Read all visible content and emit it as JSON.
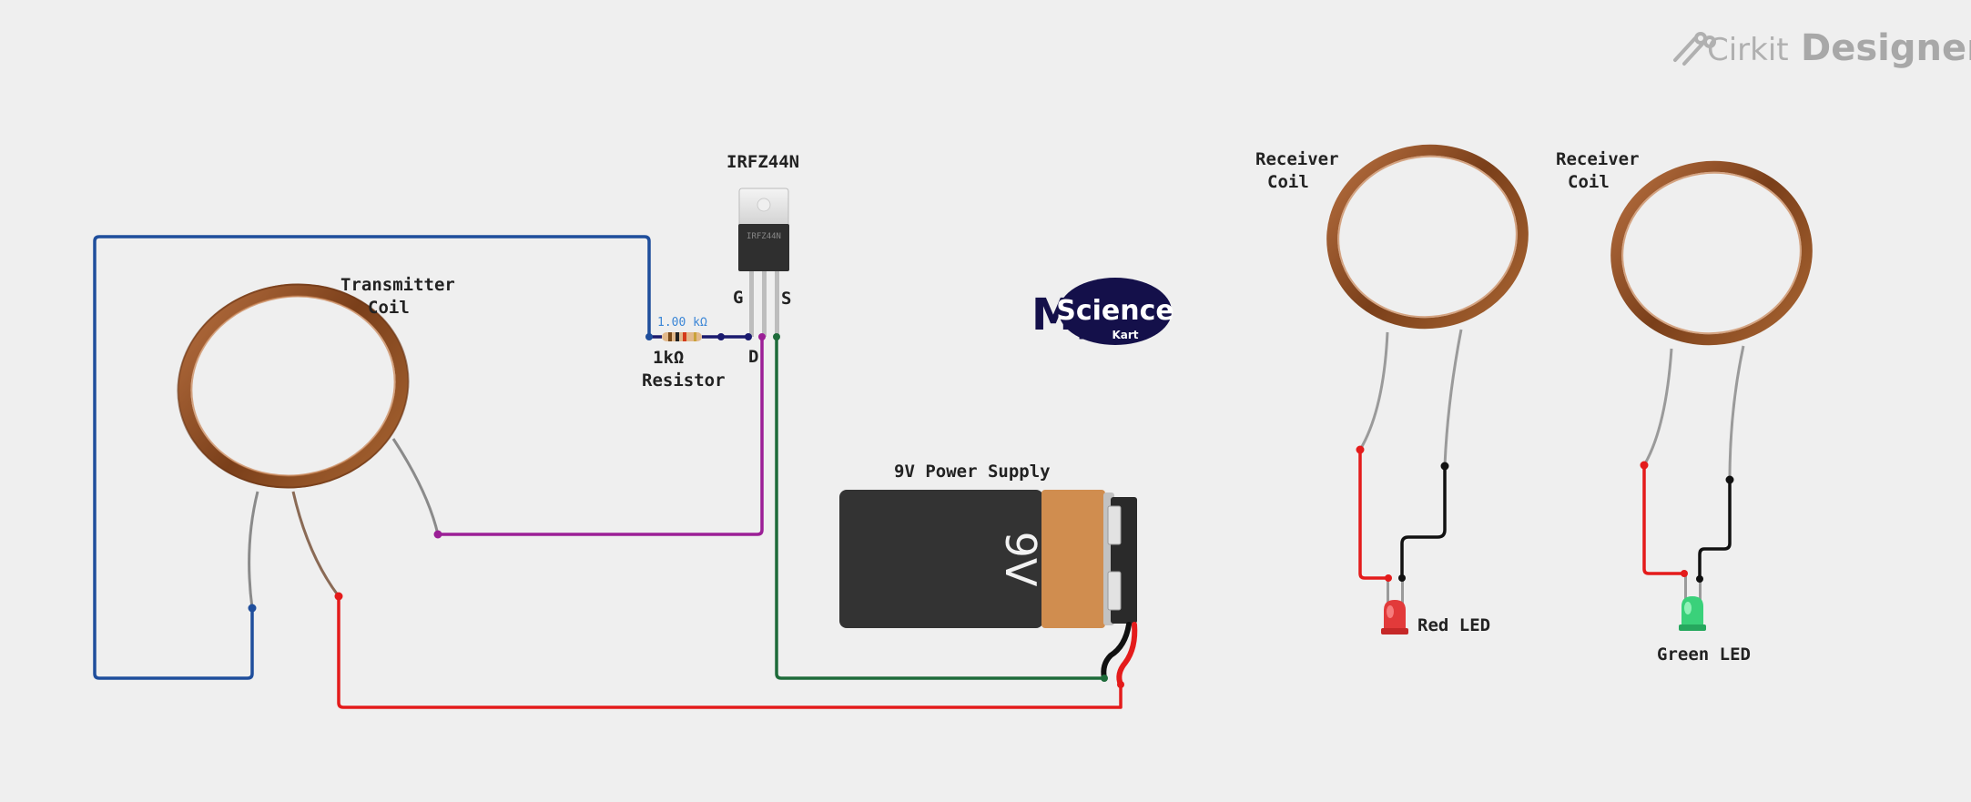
{
  "brand": {
    "prefix": "Cirkit",
    "name": "Designer"
  },
  "watermark": {
    "my": "My",
    "science": "Science",
    "kart": "Kart"
  },
  "components": {
    "transmitter_coil": {
      "label_line1": "Transmitter",
      "label_line2": "Coil"
    },
    "mosfet": {
      "label": "IRFZ44N",
      "marking": "IRFZ44N",
      "pin_g": "G",
      "pin_s": "S",
      "pin_d": "D"
    },
    "resistor": {
      "value_tag": "1.00 kΩ",
      "label_line1": "1kΩ",
      "label_line2": "Resistor"
    },
    "battery": {
      "label": "9V Power Supply",
      "text": "9V"
    },
    "receiver_coil_1": {
      "label_line1": "Receiver",
      "label_line2": "Coil"
    },
    "receiver_coil_2": {
      "label_line1": "Receiver",
      "label_line2": "Coil"
    },
    "red_led": {
      "label": "Red LED"
    },
    "green_led": {
      "label": "Green LED"
    }
  },
  "colors": {
    "wire_blue": "#1f4e9c",
    "wire_purple": "#9b1f96",
    "wire_green": "#1e6b3a",
    "wire_red": "#e41b1b",
    "wire_black": "#111111",
    "copper": "#9a5a2c",
    "battery_body": "#333333",
    "battery_label": "#d08d4f"
  }
}
